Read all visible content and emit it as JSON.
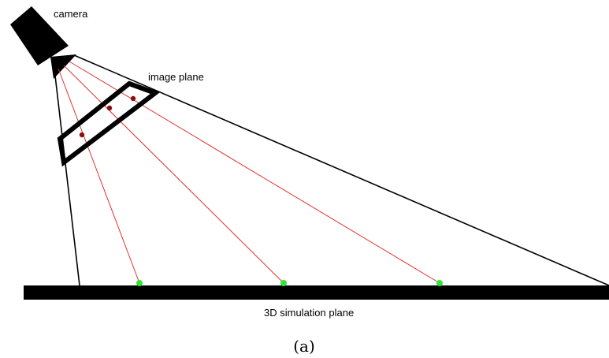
{
  "labels": {
    "camera": "camera",
    "image_plane": "image plane",
    "simulation_plane": "3D simulation plane",
    "caption": "(a)"
  },
  "colors": {
    "black": "#000000",
    "ray": "#e0332f",
    "ground_point": "#33e533",
    "image_point": "#8a1010"
  }
}
